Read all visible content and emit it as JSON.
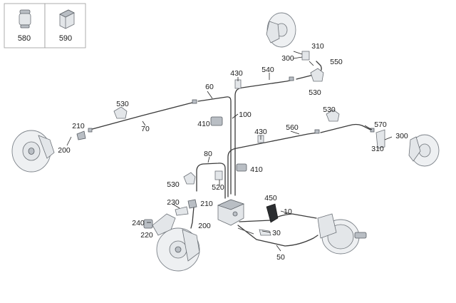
{
  "inset_boxes": [
    {
      "label": "580",
      "icon": "bushing-icon"
    },
    {
      "label": "590",
      "icon": "hex-nut-icon"
    }
  ],
  "callouts": {
    "c10": "10",
    "c30": "30",
    "c50": "50",
    "c60": "60",
    "c70": "70",
    "c80": "80",
    "c100": "100",
    "c200_left": "200",
    "c200_bottom": "200",
    "c210_left": "210",
    "c210_mid": "210",
    "c220": "220",
    "c230": "230",
    "c240": "240",
    "c300_top": "300",
    "c300_right": "300",
    "c310_top": "310",
    "c310_right": "310",
    "c410_a": "410",
    "c410_b": "410",
    "c430_a": "430",
    "c430_b": "430",
    "c450": "450",
    "c520": "520",
    "c530_a": "530",
    "c530_b": "530",
    "c530_c": "530",
    "c530_d": "530",
    "c540": "540",
    "c550": "550",
    "c560": "560",
    "c570": "570"
  },
  "colors": {
    "line": "#3a3a3a",
    "part_fill": "#e3e6e9",
    "part_stroke": "#6c7177",
    "border": "#999999"
  }
}
